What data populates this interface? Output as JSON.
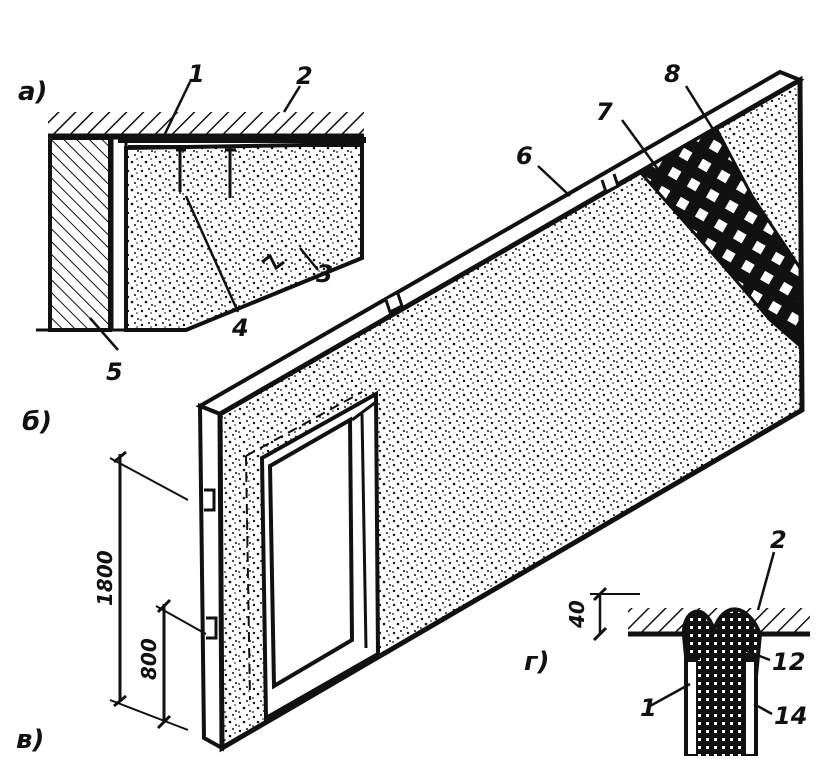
{
  "figure": {
    "panel_labels": {
      "a": "а)",
      "b": "б)",
      "v": "в)",
      "g": "г)"
    },
    "callouts": {
      "c1": "1",
      "c2": "2",
      "c3": "3",
      "c4": "4",
      "c5": "5",
      "c6": "6",
      "c7": "7",
      "c8": "8",
      "g1": "1",
      "g2": "2",
      "g12": "12",
      "g14": "14"
    },
    "dimensions": {
      "d1800": "1800",
      "d800": "800",
      "d40": "40"
    },
    "colors": {
      "ink": "#111111",
      "paper": "#ffffff"
    }
  }
}
